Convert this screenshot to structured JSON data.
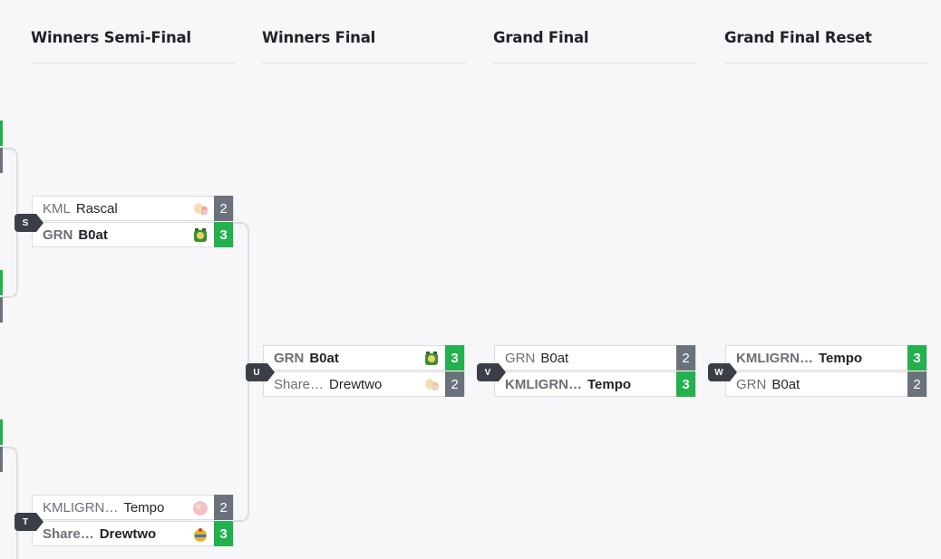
{
  "rounds": [
    {
      "title": "Winners Semi-Final"
    },
    {
      "title": "Winners Final"
    },
    {
      "title": "Grand Final"
    },
    {
      "title": "Grand Final Reset"
    }
  ],
  "matches": {
    "S": {
      "id": "S",
      "p1": {
        "tag": "KML",
        "name": "Rascal",
        "score": "2",
        "win": false,
        "char": "rascal-char-icon"
      },
      "p2": {
        "tag": "GRN",
        "name": "B0at",
        "score": "3",
        "win": true,
        "char": "boat-char-icon"
      }
    },
    "T": {
      "id": "T",
      "p1": {
        "tag": "KMLIGRN…",
        "name": "Tempo",
        "score": "2",
        "win": false,
        "char": "tempo-char-icon"
      },
      "p2": {
        "tag": "Share…",
        "name": "Drewtwo",
        "score": "3",
        "win": true,
        "char": "drewtwo-char-icon"
      }
    },
    "U": {
      "id": "U",
      "p1": {
        "tag": "GRN",
        "name": "B0at",
        "score": "3",
        "win": true,
        "char": "boat-char-icon"
      },
      "p2": {
        "tag": "Share…",
        "name": "Drewtwo",
        "score": "2",
        "win": false,
        "char": "drewtwo-char-icon"
      }
    },
    "V": {
      "id": "V",
      "p1": {
        "tag": "GRN",
        "name": "B0at",
        "score": "2",
        "win": false
      },
      "p2": {
        "tag": "KMLIGRN…",
        "name": "Tempo",
        "score": "3",
        "win": true
      }
    },
    "W": {
      "id": "W",
      "p1": {
        "tag": "KMLIGRN…",
        "name": "Tempo",
        "score": "3",
        "win": true
      },
      "p2": {
        "tag": "GRN",
        "name": "B0at",
        "score": "2",
        "win": false
      }
    }
  },
  "colors": {
    "win": "#22b14c",
    "loss": "#6c727b",
    "badge": "#3a3f47",
    "line": "#dcdde1"
  }
}
